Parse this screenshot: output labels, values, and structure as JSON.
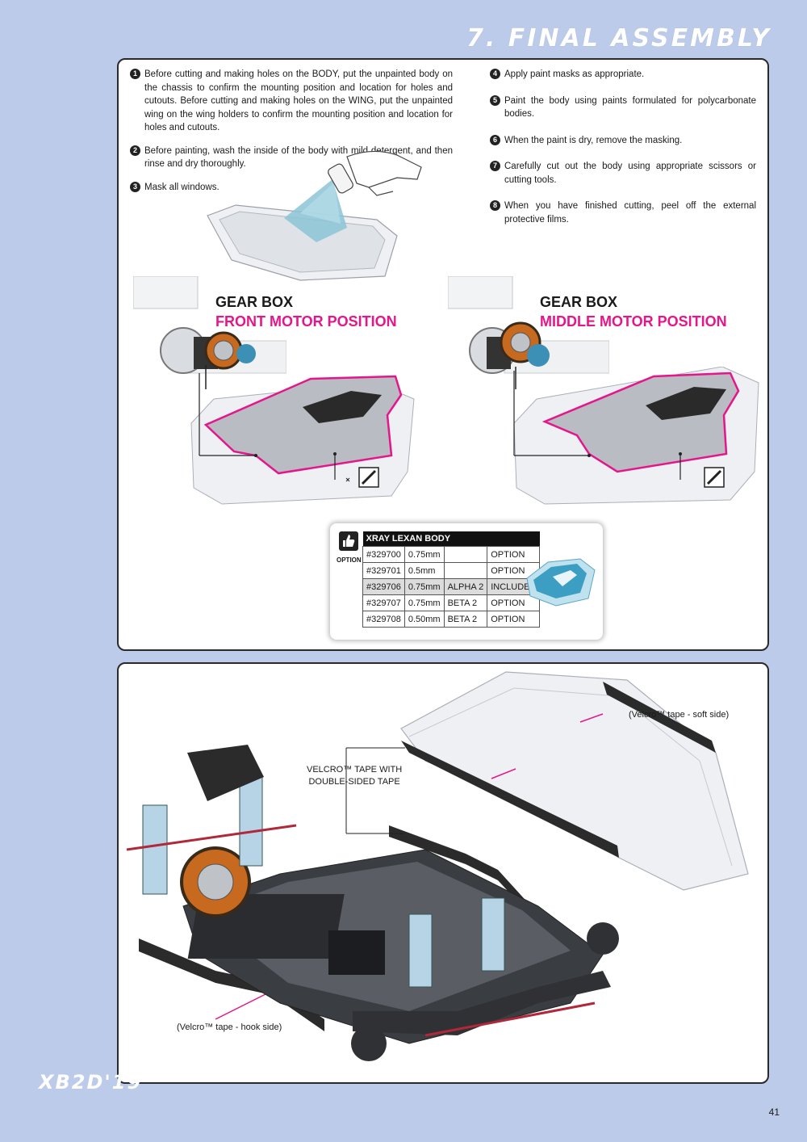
{
  "header": {
    "title": "7. FINAL ASSEMBLY"
  },
  "steps_left": [
    {
      "num": "1",
      "text": "Before cutting and making holes on the BODY, put the unpainted body on the chassis to confirm the mounting position and location for holes and cutouts. Before cutting and making holes on the WING, put the unpainted wing on the wing holders to confirm the mounting position and location for holes and cutouts."
    },
    {
      "num": "2",
      "text": "Before painting, wash the inside of the body with mild detergent, and then rinse and dry thoroughly."
    },
    {
      "num": "3",
      "text": "Mask all windows."
    }
  ],
  "steps_right": [
    {
      "num": "4",
      "text": "Apply paint masks as appropriate."
    },
    {
      "num": "5",
      "text": "Paint the body using paints formulated for polycarbonate bodies."
    },
    {
      "num": "6",
      "text": "When the paint is dry, remove the masking."
    },
    {
      "num": "7",
      "text": "Carefully cut out the body using appropriate scissors or cutting tools."
    },
    {
      "num": "8",
      "text": "When you have finished cutting, peel off the external protective films."
    }
  ],
  "gearbox_front": {
    "line1": "GEAR BOX",
    "line2": "FRONT MOTOR POSITION"
  },
  "gearbox_middle": {
    "line1": "GEAR BOX",
    "line2": "MIDDLE MOTOR POSITION"
  },
  "option_box": {
    "icon_label": "OPTION",
    "table_title": "XRAY LEXAN BODY",
    "rows": [
      {
        "part": "#329700",
        "thickness": "0.75mm",
        "type": "",
        "status": "OPTION"
      },
      {
        "part": "#329701",
        "thickness": "0.5mm",
        "type": "",
        "status": "OPTION"
      },
      {
        "part": "#329706",
        "thickness": "0.75mm",
        "type": "ALPHA 2",
        "status": "INCLUDED"
      },
      {
        "part": "#329707",
        "thickness": "0.75mm",
        "type": "BETA 2",
        "status": "OPTION"
      },
      {
        "part": "#329708",
        "thickness": "0.50mm",
        "type": "BETA 2",
        "status": "OPTION"
      }
    ]
  },
  "callouts": {
    "soft_side": "(Velcro™ tape - soft side)",
    "double_sided_1": "VELCRO™ TAPE WITH",
    "double_sided_2": "DOUBLE-SIDED TAPE",
    "hook_side": "(Velcro™ tape - hook side)"
  },
  "footer": {
    "logo": "XB2D'19",
    "page_number": "41"
  },
  "colors": {
    "accent": "#e4168a",
    "page_bg": "#bccbe9"
  }
}
